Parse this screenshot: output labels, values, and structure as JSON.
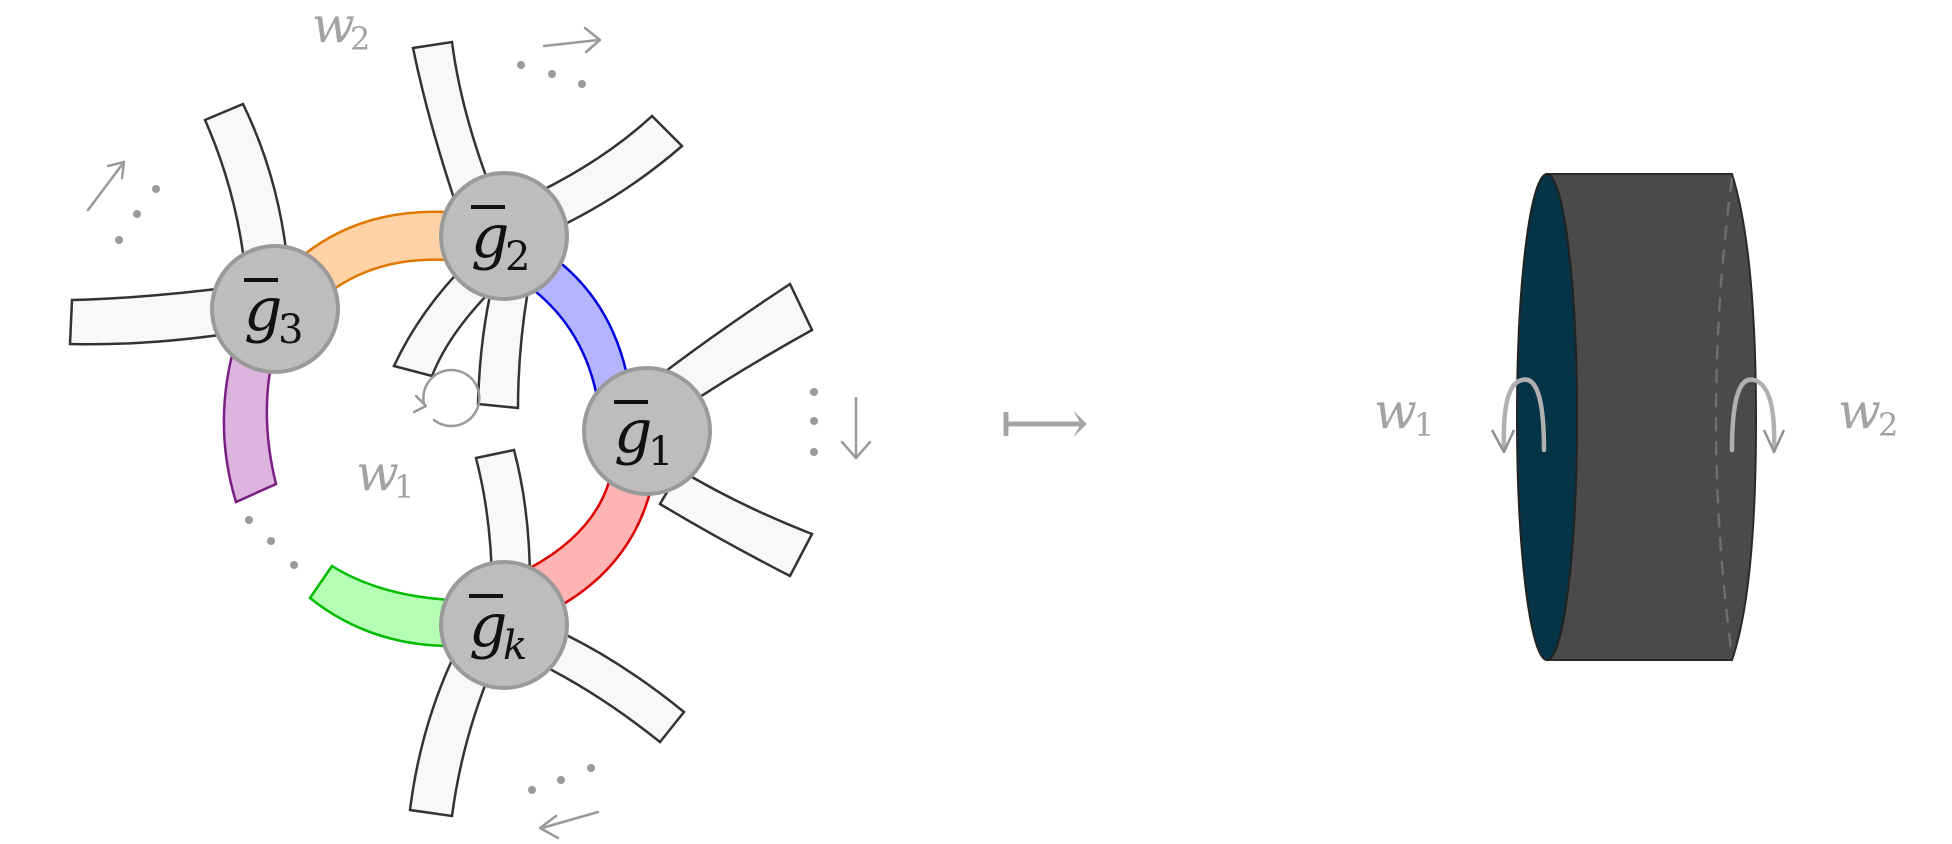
{
  "diagram": {
    "nodes": [
      {
        "id": "g1",
        "base": "g",
        "sub": "1"
      },
      {
        "id": "g2",
        "base": "g",
        "sub": "2"
      },
      {
        "id": "g3",
        "base": "g",
        "sub": "3"
      },
      {
        "id": "gk",
        "base": "g",
        "sub": "k"
      }
    ],
    "winding_labels": {
      "w1": {
        "base": "w",
        "sub": "1"
      },
      "w2": {
        "base": "w",
        "sub": "2"
      }
    },
    "maps_to_symbol": "⟼",
    "colors": {
      "node_fill": "#bdbdbd",
      "node_stroke": "#9a9a9a",
      "strand_fill": "#f8f8f8",
      "strand_stroke": "#333333",
      "orange_band": "#ffd3a6",
      "orange_edge": "#e07800",
      "blue_band": "#b4b4ff",
      "blue_edge": "#0000dd",
      "red_band": "#ffb4b4",
      "red_edge": "#dd0000",
      "green_band": "#b4ffb4",
      "green_edge": "#00bb00",
      "purple_band": "#dcb4de",
      "purple_edge": "#7a1e84",
      "cylinder_body": "#4a4a4a",
      "cylinder_face": "#053447",
      "label_grey": "#a3a3a3"
    }
  }
}
